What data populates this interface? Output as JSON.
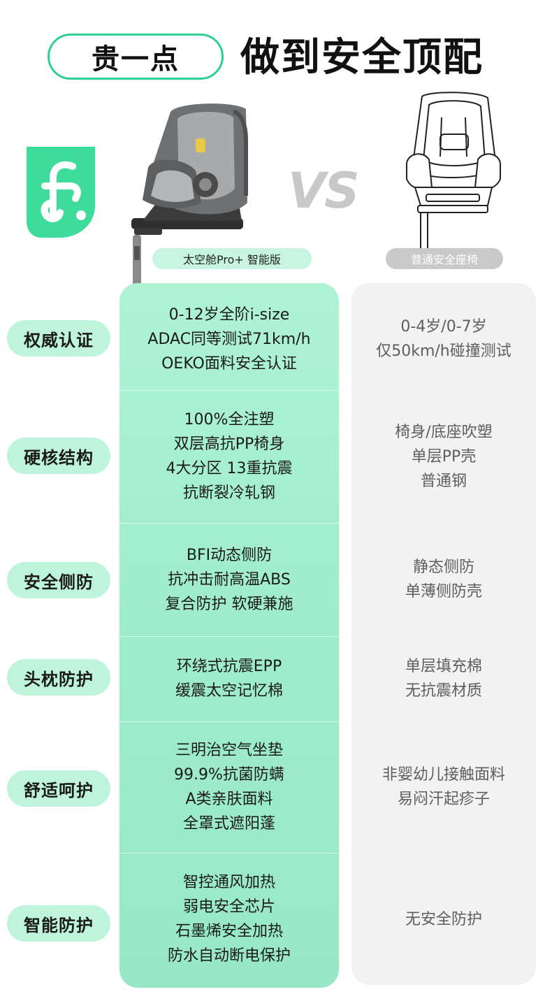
{
  "header": {
    "pill_text": "贵一点",
    "headline": "做到安全顶配"
  },
  "compare": {
    "vs_text": "VS",
    "left_product": "太空舱Pro+  智能版",
    "right_product": "普通安全座椅"
  },
  "rows": [
    {
      "label": "权威认证",
      "left": [
        "0-12岁全阶i-size",
        "ADAC同等测试71km/h",
        "OEKO面料安全认证"
      ],
      "right": [
        "0-4岁/0-7岁",
        "仅50km/h碰撞测试"
      ]
    },
    {
      "label": "硬核结构",
      "left": [
        "100%全注塑",
        "双层高抗PP椅身",
        "4大分区 13重抗震",
        "抗断裂冷轧钢"
      ],
      "right": [
        "椅身/底座吹塑",
        "单层PP壳",
        "普通钢"
      ]
    },
    {
      "label": "安全侧防",
      "left": [
        "BFI动态侧防",
        "抗冲击耐高温ABS",
        "复合防护 软硬兼施"
      ],
      "right": [
        "静态侧防",
        "单薄侧防壳"
      ]
    },
    {
      "label": "头枕防护",
      "left": [
        "环绕式抗震EPP",
        "缓震太空记忆棉"
      ],
      "right": [
        "单层填充棉",
        "无抗震材质"
      ]
    },
    {
      "label": "舒适呵护",
      "left": [
        "三明治空气坐垫",
        "99.9%抗菌防螨",
        "A类亲肤面料",
        "全罩式遮阳蓬"
      ],
      "right": [
        "非婴幼儿接触面料",
        "易闷汗起疹子"
      ]
    },
    {
      "label": "智能防护",
      "left": [
        "智控通风加热",
        "弱电安全芯片",
        "石墨烯安全加热",
        "防水自动断电保护"
      ],
      "right": [
        "无安全防护"
      ]
    }
  ],
  "colors": {
    "accent": "#2ecf92",
    "left_column": "#a8f0d2",
    "right_column": "#f2f2f2",
    "label_pill": "#bff4dc"
  }
}
